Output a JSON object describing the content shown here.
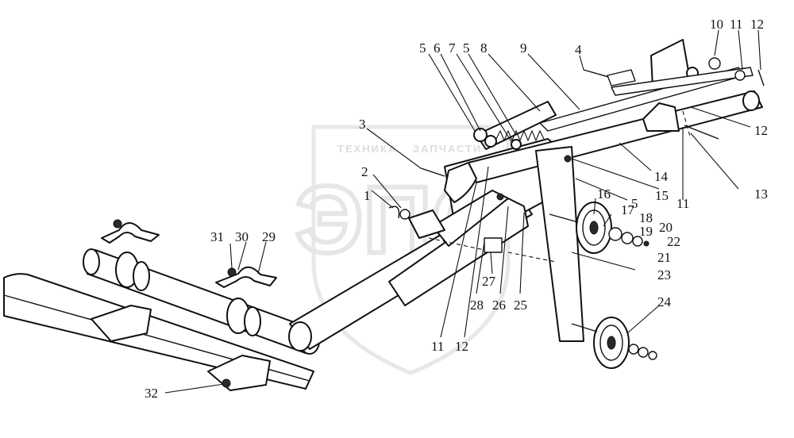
{
  "watermark": {
    "logo": "ЭПО",
    "text_left": "ТЕХНИКА",
    "text_right": "ЗАПЧАСТИ"
  },
  "callouts": [
    {
      "id": "c1",
      "label": "1"
    },
    {
      "id": "c2",
      "label": "2"
    },
    {
      "id": "c3",
      "label": "3"
    },
    {
      "id": "c4",
      "label": "4"
    },
    {
      "id": "c5a",
      "label": "5"
    },
    {
      "id": "c6",
      "label": "6"
    },
    {
      "id": "c7",
      "label": "7"
    },
    {
      "id": "c5b",
      "label": "5"
    },
    {
      "id": "c8",
      "label": "8"
    },
    {
      "id": "c9",
      "label": "9"
    },
    {
      "id": "c10",
      "label": "10"
    },
    {
      "id": "c11a",
      "label": "11"
    },
    {
      "id": "c12a",
      "label": "12"
    },
    {
      "id": "c12b",
      "label": "12"
    },
    {
      "id": "c13",
      "label": "13"
    },
    {
      "id": "c14",
      "label": "14"
    },
    {
      "id": "c15",
      "label": "15"
    },
    {
      "id": "c11b",
      "label": "11"
    },
    {
      "id": "c5c",
      "label": "5"
    },
    {
      "id": "c16",
      "label": "16"
    },
    {
      "id": "c17",
      "label": "17"
    },
    {
      "id": "c18",
      "label": "18"
    },
    {
      "id": "c19",
      "label": "19"
    },
    {
      "id": "c20",
      "label": "20"
    },
    {
      "id": "c22",
      "label": "22"
    },
    {
      "id": "c21",
      "label": "21"
    },
    {
      "id": "c23",
      "label": "23"
    },
    {
      "id": "c24",
      "label": "24"
    },
    {
      "id": "c27",
      "label": "27"
    },
    {
      "id": "c28",
      "label": "28"
    },
    {
      "id": "c26",
      "label": "26"
    },
    {
      "id": "c25",
      "label": "25"
    },
    {
      "id": "c11c",
      "label": "11"
    },
    {
      "id": "c12c",
      "label": "12"
    },
    {
      "id": "c31",
      "label": "31"
    },
    {
      "id": "c30",
      "label": "30"
    },
    {
      "id": "c29",
      "label": "29"
    },
    {
      "id": "c32",
      "label": "32"
    }
  ]
}
